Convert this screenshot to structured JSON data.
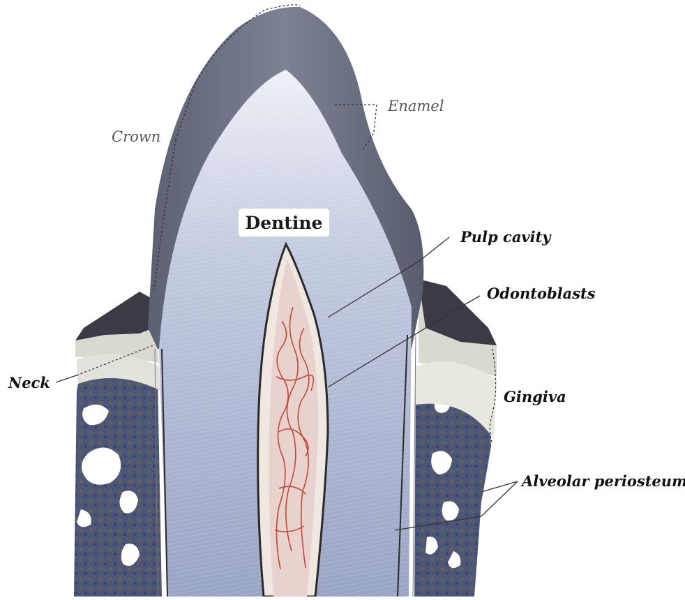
{
  "labels": {
    "enamel": "Enamel",
    "crown": "Crown",
    "dentine": "Dentine",
    "pulp_cavity": "Pulp cavity",
    "odontoblasts": "Odontoblasts",
    "neck": "Neck",
    "gingiva": "Gingiva",
    "alveolar_periosteum": "Alveolar periosteum"
  },
  "colors": {
    "enamel": "#6f7688",
    "dentine": "#c9cfe0",
    "dentine_light": "#e9ecf4",
    "bone": "#4a5478",
    "bone_brown": "#7a6a4a",
    "gingiva": "#d8d8d0",
    "gum_dark": "#3a3a44",
    "pulp": "#c8a8a8",
    "vessels": "#c0392b",
    "background": "#ffffff",
    "lines": "#333333"
  },
  "icons": {
    "tooth": "tooth-diagram-icon"
  }
}
